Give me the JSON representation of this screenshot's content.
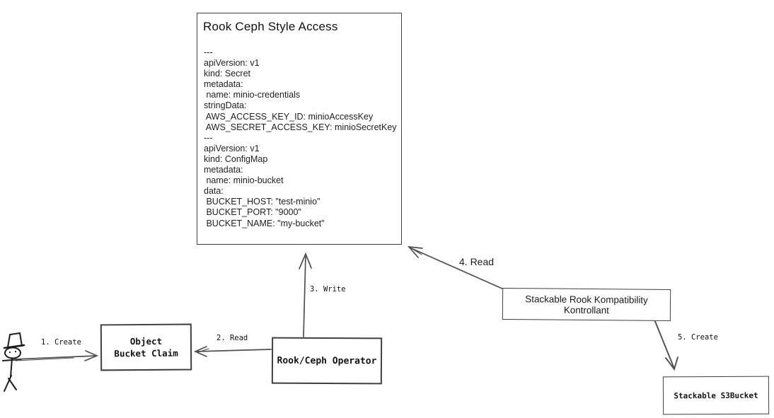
{
  "diagram": {
    "main_box": {
      "title": "Rook Ceph Style Access",
      "yaml_lines": [
        "---",
        "apiVersion: v1",
        "kind: Secret",
        "metadata:",
        " name: minio-credentials",
        "stringData:",
        " AWS_ACCESS_KEY_ID: minioAccessKey",
        " AWS_SECRET_ACCESS_KEY: minioSecretKey",
        "---",
        "apiVersion: v1",
        "kind: ConfigMap",
        "metadata:",
        " name: minio-bucket",
        "data:",
        " BUCKET_HOST: \"test-minio\"",
        " BUCKET_PORT: \"9000\"",
        " BUCKET_NAME: \"my-bucket\""
      ]
    },
    "nodes": {
      "object_bucket_claim": "Object Bucket Claim",
      "rook_ceph_operator": "Rook/Ceph Operator",
      "stackable_kontrollant": "Stackable Rook Kompatibility Kontrollant",
      "stackable_s3bucket": "Stackable S3Bucket"
    },
    "arrows": [
      {
        "label": "1. Create"
      },
      {
        "label": "2. Read"
      },
      {
        "label": "3. Write"
      },
      {
        "label": "4. Read"
      },
      {
        "label": "5. Create"
      }
    ],
    "icons": {
      "actor": "stick-figure-user-icon"
    },
    "colors": {
      "background": "#ffffff",
      "box_border": "#3f3f3f",
      "line_stroke": "#4f4f4f",
      "text": "#1a1a1a"
    }
  }
}
